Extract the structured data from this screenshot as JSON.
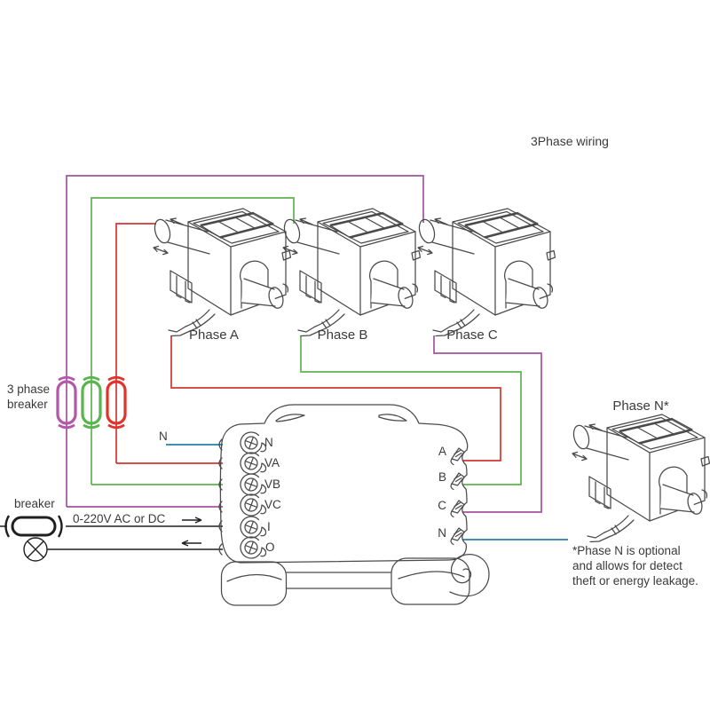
{
  "title": "3Phase wiring",
  "cts": [
    {
      "label": "Phase A"
    },
    {
      "label": "Phase B"
    },
    {
      "label": "Phase C"
    },
    {
      "label": "Phase N*"
    }
  ],
  "breaker3": {
    "line1": "3 phase",
    "line2": "breaker"
  },
  "main_breaker": {
    "label": "breaker"
  },
  "supply": {
    "label": "0-220V AC or DC"
  },
  "neutral_wire_label": "N",
  "device": {
    "left_terminals": [
      "N",
      "VA",
      "VB",
      "VC",
      "I",
      "O"
    ],
    "right_terminals": [
      "A",
      "B",
      "C",
      "N"
    ]
  },
  "note": {
    "lines": [
      "*Phase N is optional",
      "and allows for detect",
      "theft or energy leakage."
    ]
  },
  "colors": {
    "phase_a_red": "#d2362e",
    "phase_b_green": "#5fb250",
    "phase_c_purple": "#a4539f",
    "neutral_blue": "#4190b2",
    "breaker_purple": "#b457ab",
    "breaker_green": "#58b44c",
    "breaker_red": "#e1332a",
    "line_black": "#1f1f1f",
    "art_gray": "#4a4a4a",
    "text_gray": "#3a3a3a"
  }
}
